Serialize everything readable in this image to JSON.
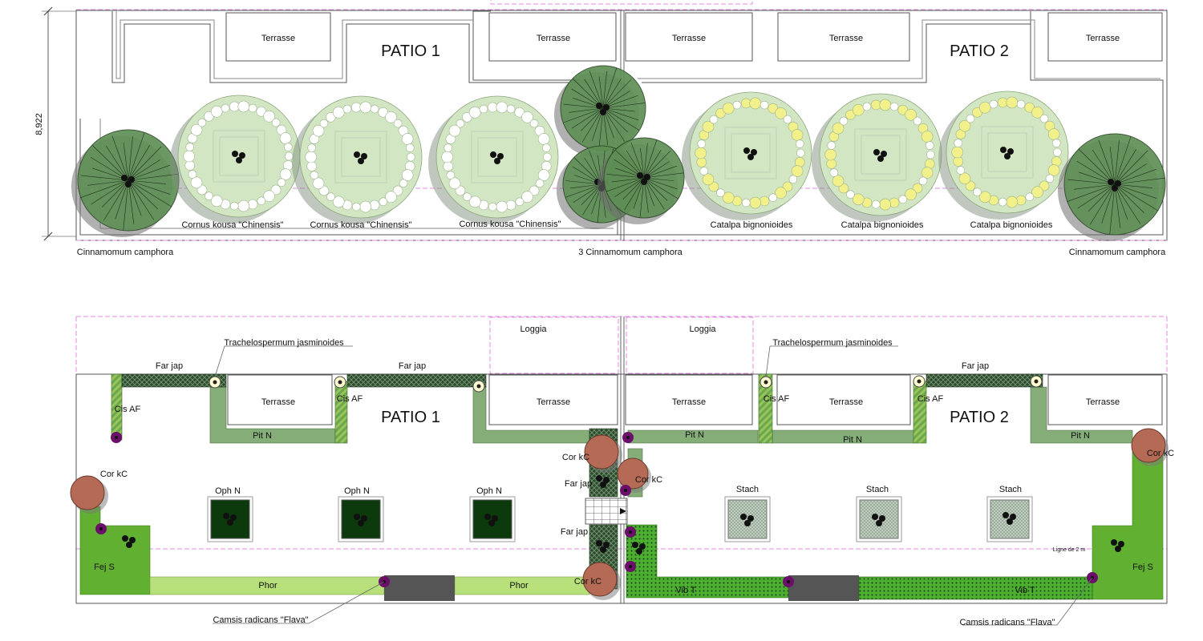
{
  "dimension_label": "8,922",
  "elevation": {
    "patio_labels": [
      "PATIO 1",
      "PATIO 2"
    ],
    "terrasse_label": "Terrasse",
    "tree_labels": {
      "cornus": "Cornus kousa \"Chinensis\"",
      "catalpa": "Catalpa bignonioides",
      "cinnamomum": "Cinnamomum camphora",
      "cinnamomum_group": "3 Cinnamomum camphora"
    }
  },
  "plan": {
    "patio_labels": [
      "PATIO 1",
      "PATIO 2"
    ],
    "terrasse_label": "Terrasse",
    "loggia_label": "Loggia",
    "labels": {
      "trachelospermum": "Trachelospermum jasminoides",
      "far_jap": "Far jap",
      "cis_af": "Cis AF",
      "pit_n": "Pit N",
      "cor_kc": "Cor kC",
      "oph_n": "Oph N",
      "stach": "Stach",
      "fej_s": "Fej S",
      "phor": "Phor",
      "vib_t": "Vib T",
      "campsis": "Camsis radicans \"Flava\"",
      "ligne": "Ligne de 2 m"
    }
  },
  "colors": {
    "tree_dark": "#5f8f55",
    "tree_light": "#d3e6c4",
    "catalpa_flower": "#f2f08a",
    "pit_green": "#85ad78",
    "lawn_green": "#62b031",
    "phor_green": "#b7e07a",
    "hatch_dark": "#2e4a2e",
    "cor_red": "#b46a55",
    "purple": "#6b0f6b",
    "oph_dark": "#0d3a0d",
    "stach_grey": "#9fb09f",
    "paving": "#555555",
    "guide_pink": "#e08be0"
  }
}
